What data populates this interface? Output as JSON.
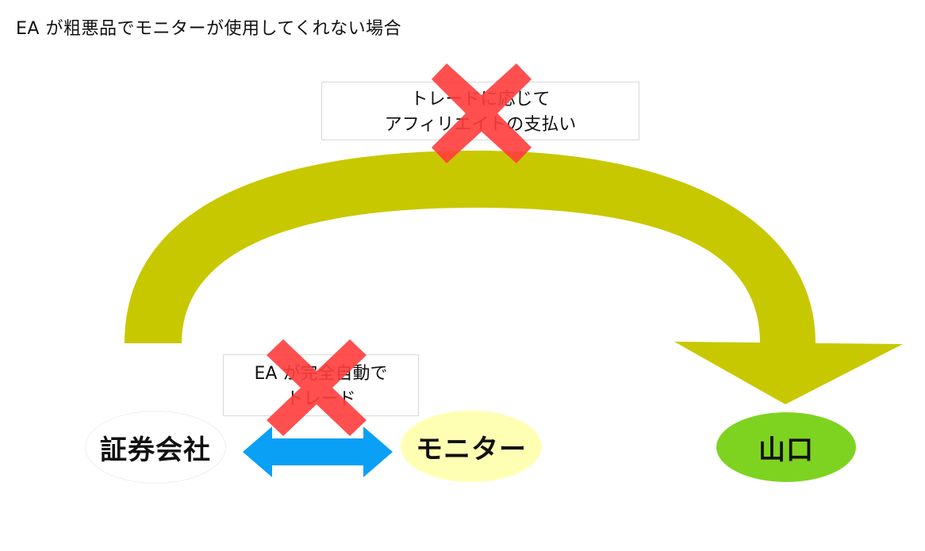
{
  "header": {
    "title": "EA が粗悪品でモニターが使用してくれない場合"
  },
  "boxes": {
    "affiliate": {
      "line1": "トレードに応じて",
      "line2": "アフィリエイトの支払い"
    },
    "auto_trade": {
      "line1": "EA が完全自動で",
      "line2": "トレード"
    }
  },
  "nodes": {
    "securities": {
      "label": "証券会社",
      "color": "#ffffff"
    },
    "monitor": {
      "label": "モニター",
      "color": "#ffffb3"
    },
    "yamaguchi": {
      "label": "山口",
      "color": "#7ed321"
    }
  },
  "colors": {
    "curved_arrow": "#c8c800",
    "double_arrow": "#0aa0f5",
    "cross": "#ff3c3c"
  },
  "icons": {
    "curved_arrow": "curved-arrow-icon",
    "double_arrow": "double-arrow-icon",
    "cross": "cross-mark-icon"
  }
}
